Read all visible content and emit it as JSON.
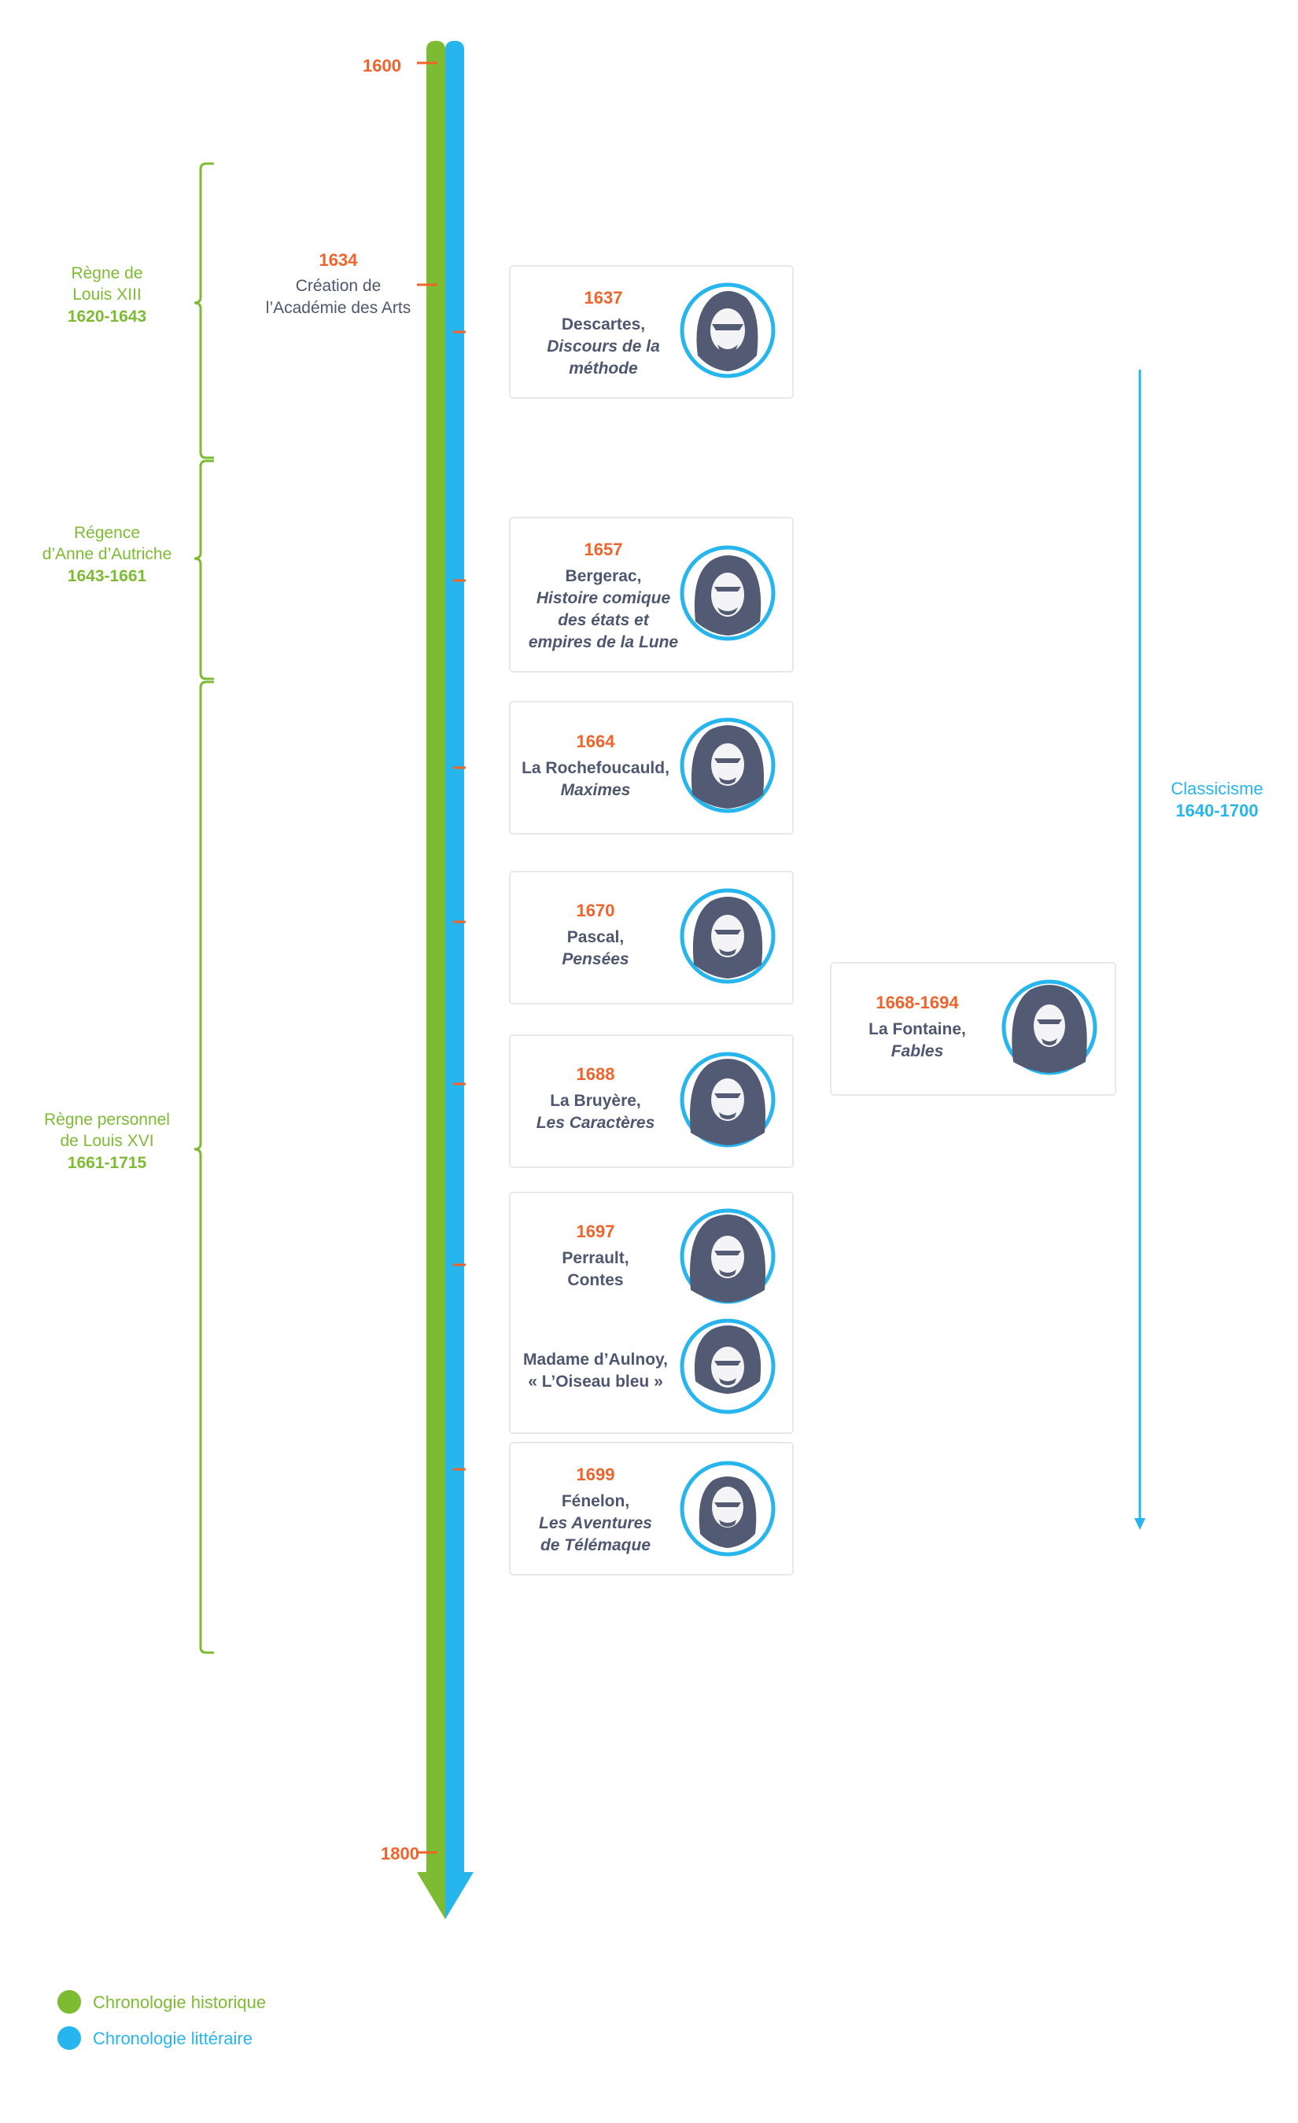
{
  "axis": {
    "start_label": "1600",
    "end_label": "1800"
  },
  "historical_periods": [
    {
      "lines": [
        "Règne de",
        "Louis XIII"
      ],
      "years": "1620-1643"
    },
    {
      "lines": [
        "Régence",
        "d’Anne d’Autriche"
      ],
      "years": "1643-1661"
    },
    {
      "lines": [
        "Règne personnel",
        "de Louis XVI"
      ],
      "years": "1661-1715"
    }
  ],
  "left_event": {
    "year": "1634",
    "lines": [
      "Création de",
      "l’Académie des Arts"
    ]
  },
  "literary_events": [
    {
      "year": "1637",
      "lines": [
        {
          "text": "Descartes,",
          "italic": false
        },
        {
          "text": "Discours de la",
          "italic": true
        },
        {
          "text": "méthode",
          "italic": true
        }
      ],
      "portrait_icon": "descartes-portrait-icon"
    },
    {
      "year": "1657",
      "lines": [
        {
          "text": "Bergerac,",
          "italic": false
        },
        {
          "text": "Histoire comique",
          "italic": true
        },
        {
          "text": "des états et",
          "italic": true
        },
        {
          "text": "empires de la Lune",
          "italic": true
        }
      ],
      "portrait_icon": "bergerac-portrait-icon"
    },
    {
      "year": "1664",
      "lines": [
        {
          "text": "La Rochefoucauld,",
          "italic": false
        },
        {
          "text": "Maximes",
          "italic": true
        }
      ],
      "portrait_icon": "rochefoucauld-portrait-icon"
    },
    {
      "year": "1670",
      "lines": [
        {
          "text": "Pascal,",
          "italic": false
        },
        {
          "text": "Pensées",
          "italic": true
        }
      ],
      "portrait_icon": "pascal-portrait-icon"
    },
    {
      "year": "1688",
      "lines": [
        {
          "text": "La Bruyère,",
          "italic": false
        },
        {
          "text": "Les Caractères",
          "italic": true
        }
      ],
      "portrait_icon": "bruyere-portrait-icon"
    },
    {
      "year": "1697",
      "lines": [
        {
          "text": "Perrault,",
          "italic": false
        },
        {
          "text": "Contes",
          "italic": false
        }
      ],
      "second_lines": [
        {
          "text": "Madame d’Aulnoy,",
          "italic": false
        },
        {
          "text": "« L’Oiseau bleu »",
          "italic": false
        }
      ],
      "portrait_icon": "perrault-portrait-icon",
      "second_portrait_icon": "aulnoy-portrait-icon"
    },
    {
      "year": "1699",
      "lines": [
        {
          "text": "Fénelon,",
          "italic": false
        },
        {
          "text": "Les Aventures",
          "italic": true
        },
        {
          "text": "de Télémaque",
          "italic": true
        }
      ],
      "portrait_icon": "fenelon-portrait-icon"
    }
  ],
  "side_event": {
    "year": "1668-1694",
    "lines": [
      {
        "text": "La Fontaine,",
        "italic": false
      },
      {
        "text": "Fables",
        "italic": true
      }
    ],
    "portrait_icon": "lafontaine-portrait-icon"
  },
  "movement": {
    "name": "Classicisme",
    "years": "1640-1700"
  },
  "legend": [
    {
      "label": "Chronologie historique",
      "color": "#7dbb33"
    },
    {
      "label": "Chronologie littéraire",
      "color": "#27b5ee"
    }
  ],
  "colors": {
    "green": "#7dbb33",
    "blue": "#27b5ee",
    "orange": "#f0632a",
    "text": "#4f5670"
  }
}
